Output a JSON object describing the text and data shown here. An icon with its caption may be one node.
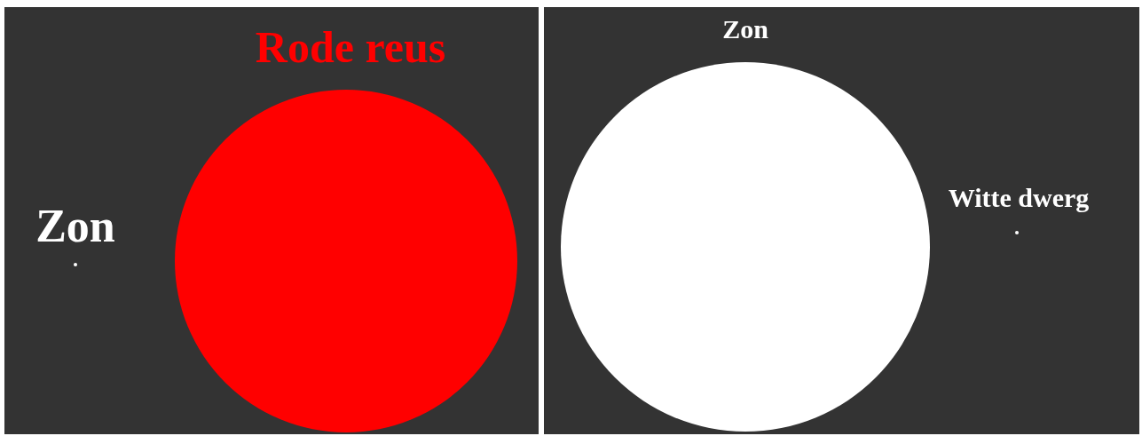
{
  "diagram": {
    "nodes": [
      {
        "text": [],
        "shape": "box"
      },
      {
        "text": [
          "Rode reus"
        ],
        "in": 0
      },
      {
        "text": [
          "Zon"
        ],
        "in": 0
      },
      {
        "text": [],
        "shape": "box"
      },
      {
        "text": [
          "Zon"
        ],
        "in": 3
      },
      {
        "text": [
          "Witte dwerg"
        ],
        "in": 3
      }
    ]
  }
}
